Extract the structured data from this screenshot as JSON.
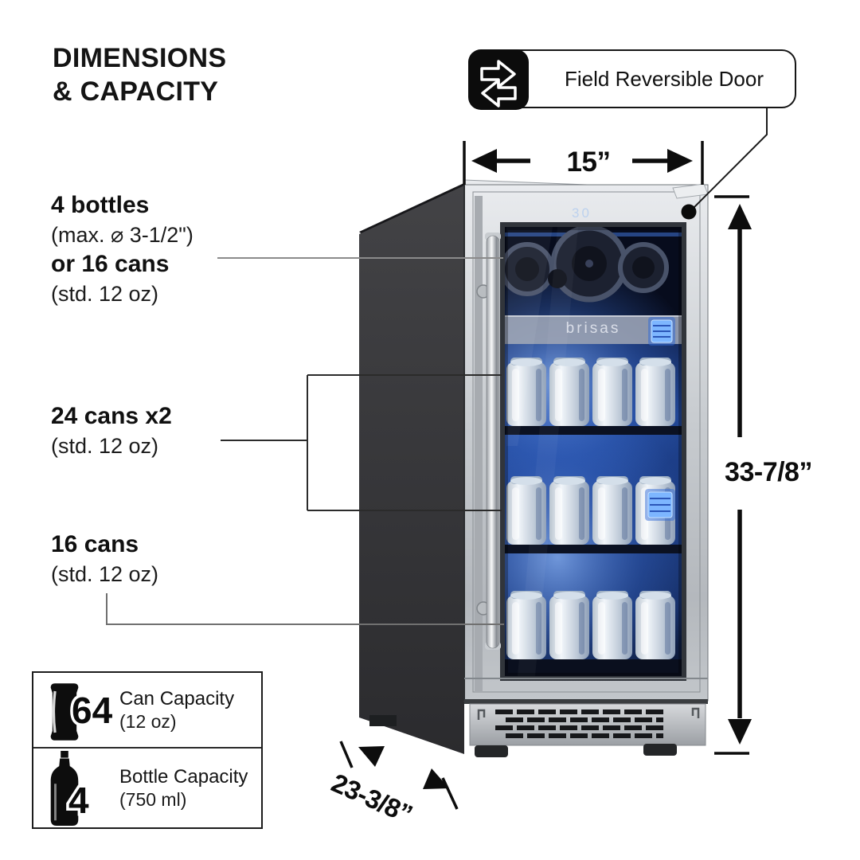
{
  "title": {
    "line1": "DIMENSIONS",
    "line2": "& CAPACITY"
  },
  "badge": {
    "label": "Field Reversible Door",
    "icon": "swap-arrows-icon"
  },
  "dimensions": {
    "width": "15”",
    "height": "33-7/8”",
    "depth": "23-3/8”"
  },
  "labels": {
    "bottles": {
      "line1": "4 bottles",
      "line2": "(max. ⌀ 3-1/2\")",
      "line3": "or 16 cans",
      "line4": "(std. 12 oz)"
    },
    "middle_shelves": {
      "line1": "24 cans x2",
      "line2": "(std. 12 oz)"
    },
    "bottom_shelf": {
      "line1": "16 cans",
      "line2": "(std. 12 oz)"
    }
  },
  "capacity_panel": {
    "can": {
      "count": "64",
      "label": "Can Capacity",
      "sub": "(12 oz)"
    },
    "bottle": {
      "count": "4",
      "label": "Bottle Capacity",
      "sub": "(750 ml)"
    }
  },
  "product": {
    "brand": "brisas",
    "display_temp": "30"
  },
  "colors": {
    "ink": "#121212",
    "steel": "#c9cdd1",
    "cabinet_side": "#353538",
    "interior_blue": "#1d3f8a",
    "led_blue": "#7db6ff",
    "connector_gray": "#808080"
  }
}
